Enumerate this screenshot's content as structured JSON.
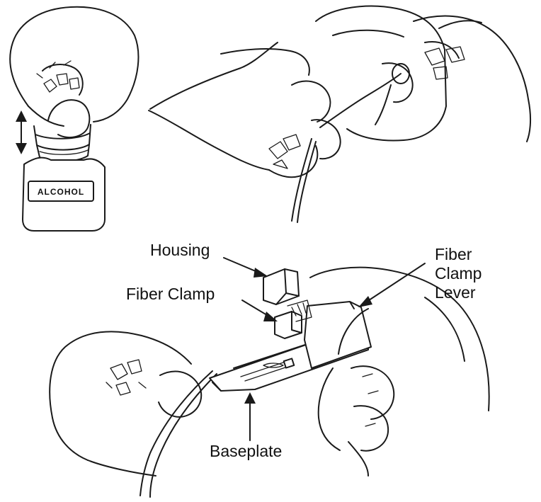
{
  "labels": {
    "housing": "Housing",
    "fiber_clamp": "Fiber Clamp",
    "fiber_clamp_lever": [
      "Fiber",
      "Clamp",
      "Lever"
    ],
    "baseplate": "Baseplate"
  },
  "bottle_label": "ALCOHOL"
}
